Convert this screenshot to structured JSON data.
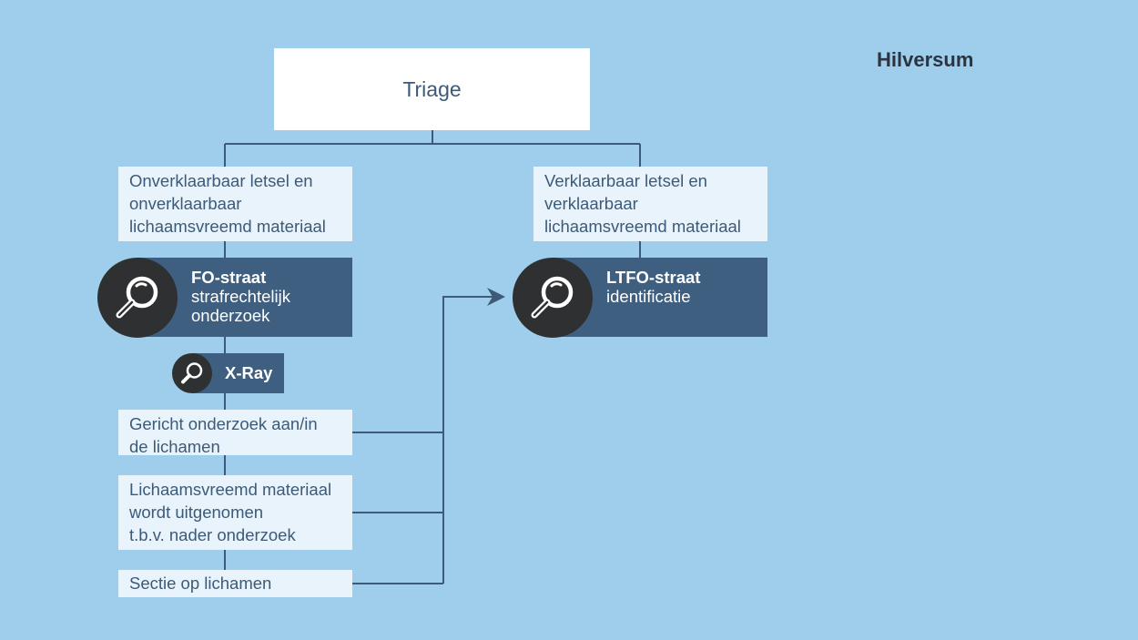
{
  "location": "Hilversum",
  "triage": "Triage",
  "left_branch": {
    "lines": [
      "Onverklaarbaar letsel en",
      "onverklaarbaar",
      "lichaamsvreemd materiaal"
    ]
  },
  "right_branch": {
    "lines": [
      "Verklaarbaar letsel en",
      "verklaarbaar",
      "lichaamsvreemd materiaal"
    ]
  },
  "fo_straat": {
    "title": "FO-straat",
    "lines": [
      "strafrechtelijk",
      "onderzoek"
    ],
    "icon": "magnifier-icon"
  },
  "ltfo_straat": {
    "title": "LTFO-straat",
    "lines": [
      "identificatie"
    ],
    "icon": "magnifier-icon"
  },
  "xray": {
    "title": "X-Ray",
    "icon": "magnifier-icon"
  },
  "steps": [
    {
      "lines": [
        "Gericht onderzoek aan/in",
        "de lichamen"
      ]
    },
    {
      "lines": [
        "Lichaamsvreemd materiaal",
        "wordt uitgenomen",
        "t.b.v. nader onderzoek"
      ]
    },
    {
      "lines": [
        "Sectie op lichamen"
      ]
    }
  ],
  "colors": {
    "background": "#9fcdec",
    "light_box": "#e8f3fb",
    "dark_box": "#3f5f80",
    "line": "#3d5a78"
  }
}
